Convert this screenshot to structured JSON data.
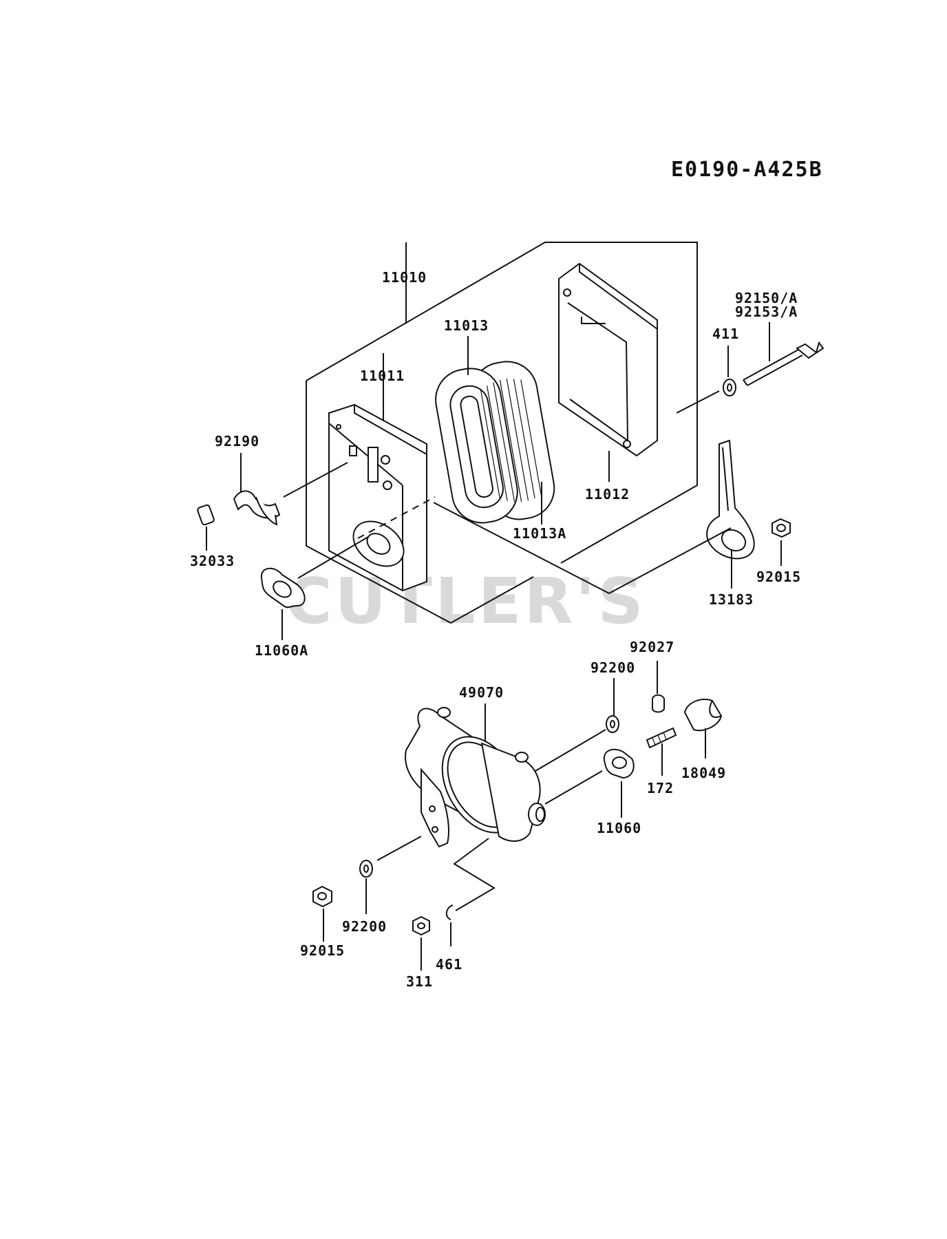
{
  "diagram_code": "E0190-A425B",
  "watermark": "CUTLER'S",
  "parts": {
    "p11010": "11010",
    "p11013": "11013",
    "p11011": "11011",
    "p92190": "92190",
    "p32033": "32033",
    "p11060A": "11060A",
    "p11013A": "11013A",
    "p11012": "11012",
    "p92150A": "92150/A",
    "p92153A": "92153/A",
    "p411": "411",
    "p13183": "13183",
    "p92015_top": "92015",
    "p92027": "92027",
    "p92200_top": "92200",
    "p49070": "49070",
    "p18049": "18049",
    "p172": "172",
    "p11060": "11060",
    "p92015_bottom": "92015",
    "p92200_bottom": "92200",
    "p311": "311",
    "p461": "461"
  }
}
